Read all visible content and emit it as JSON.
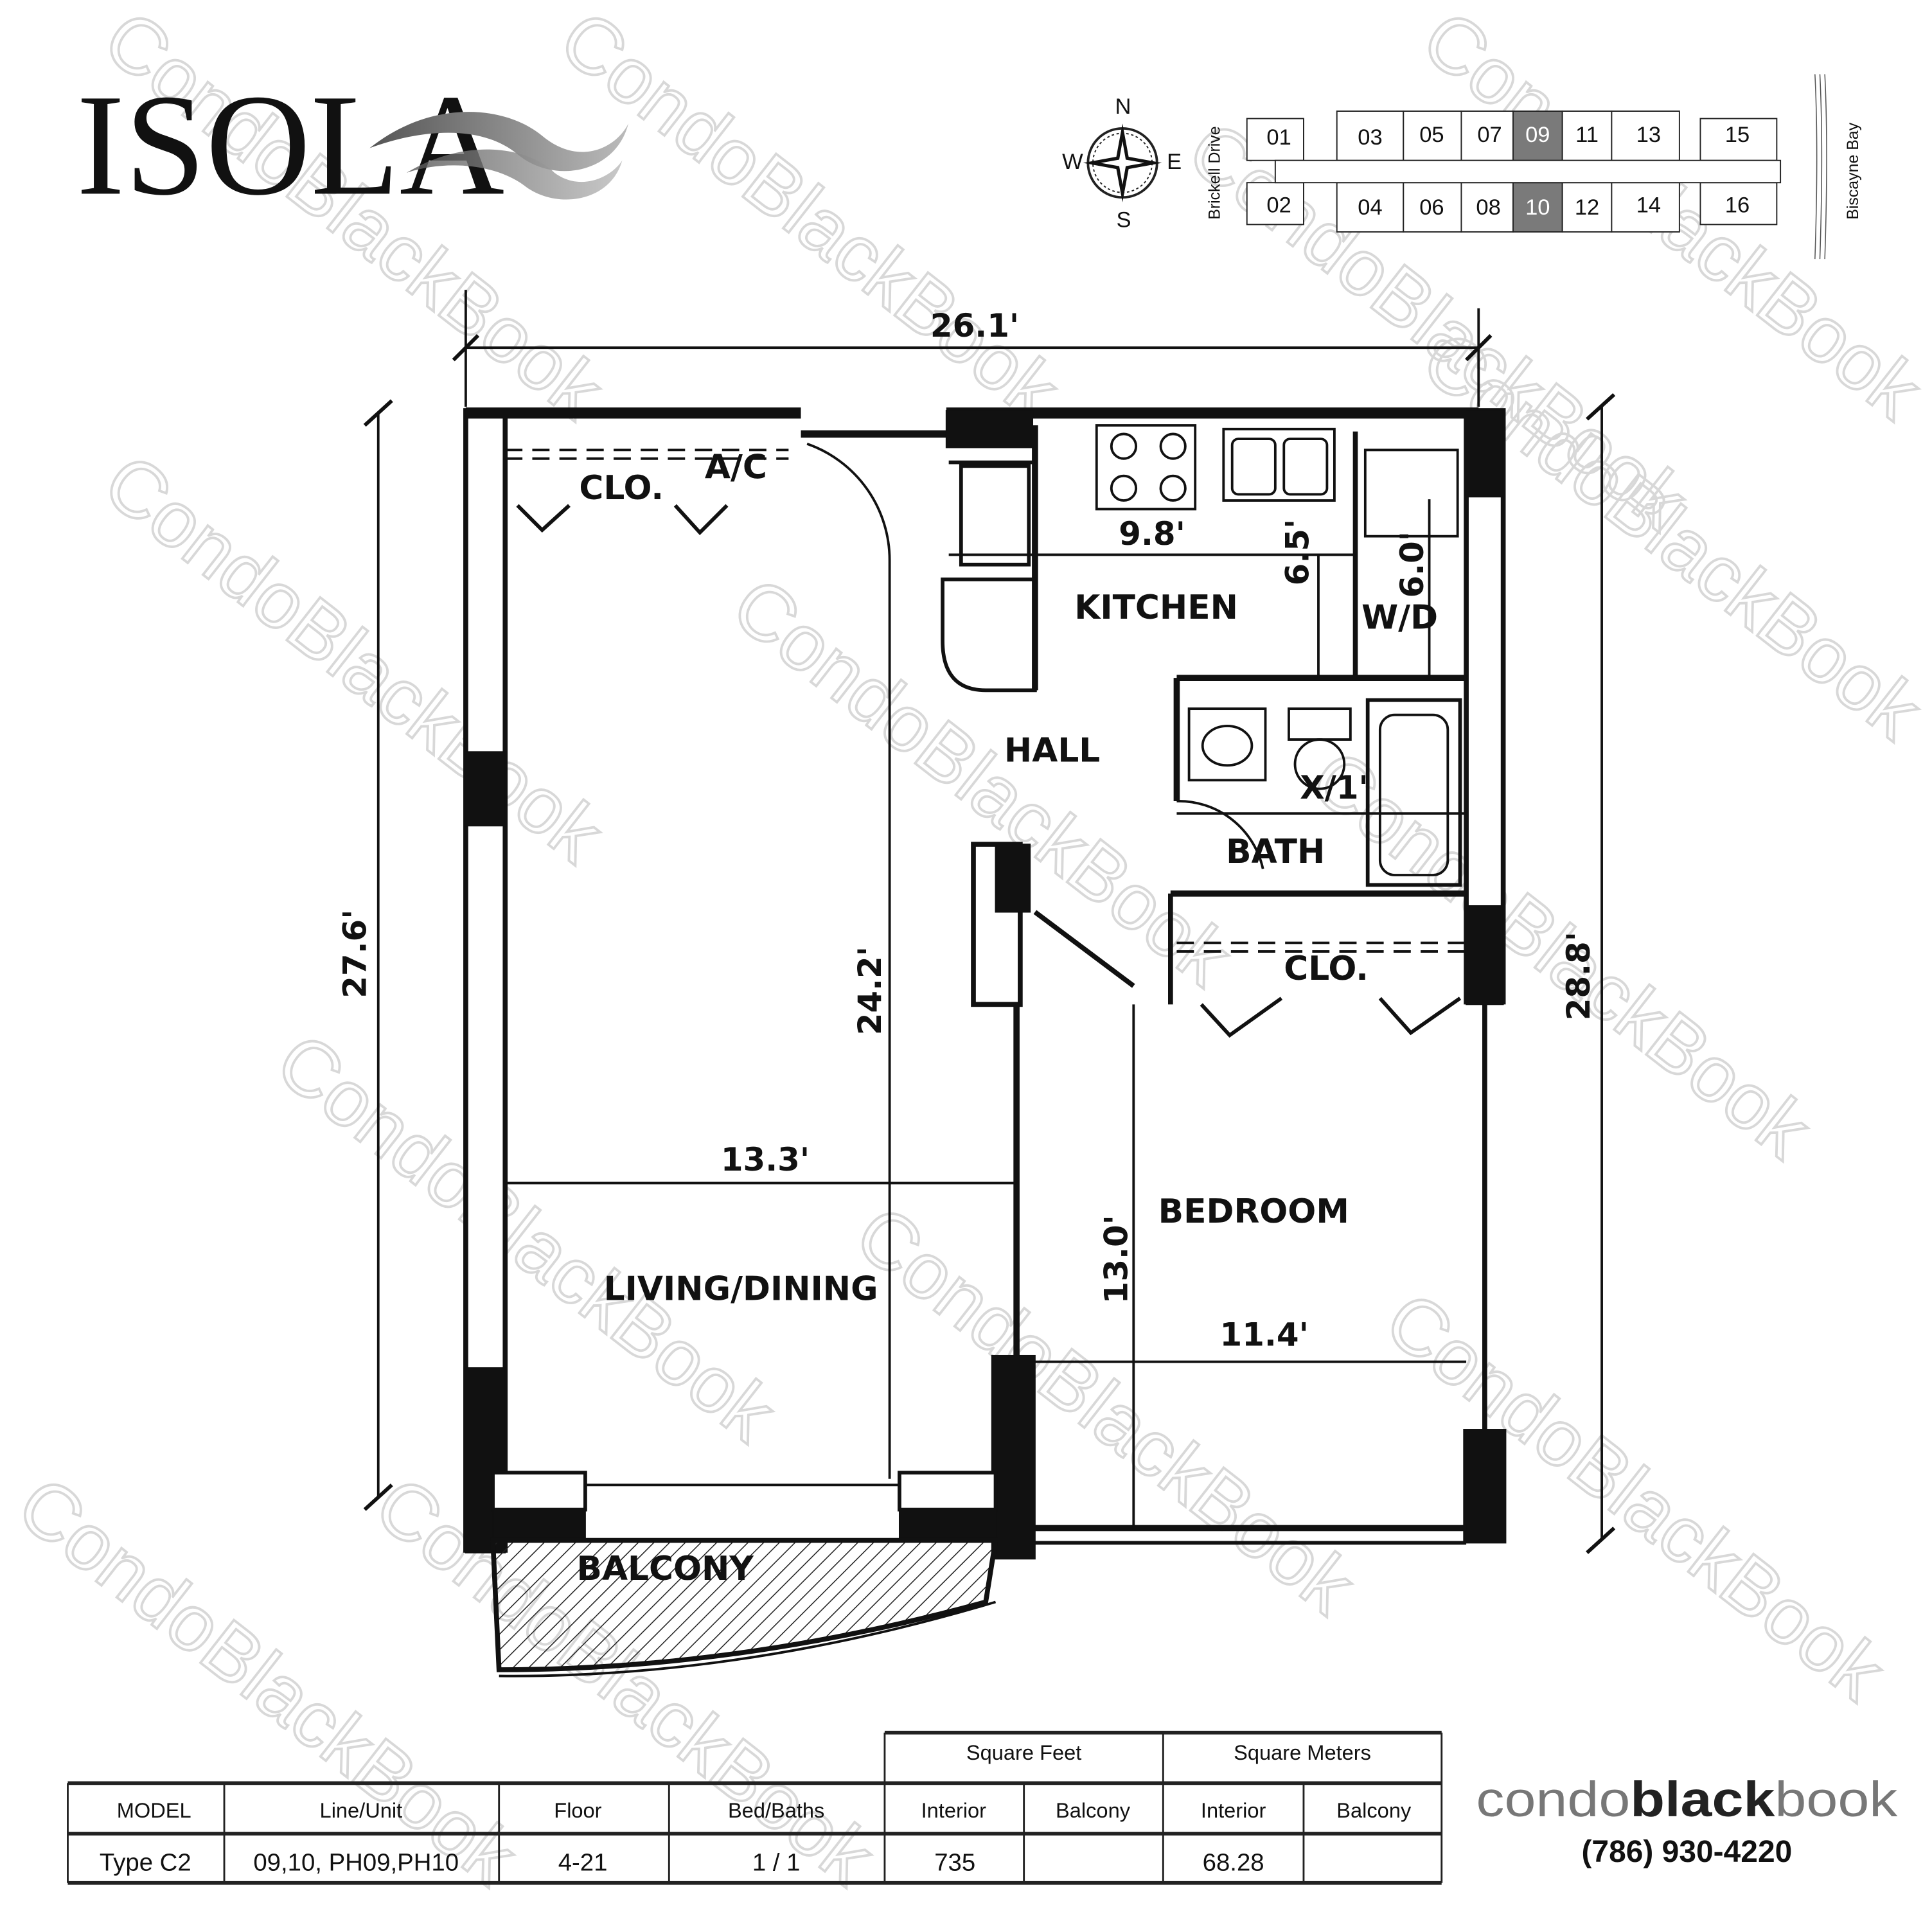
{
  "brand": {
    "logo_text": "ISOLA"
  },
  "keyplan": {
    "compass": {
      "n": "N",
      "s": "S",
      "e": "E",
      "w": "W"
    },
    "street_west": "Brickell Drive",
    "water_east": "Biscayne Bay",
    "north_units": [
      "01",
      "03",
      "05",
      "07",
      "09",
      "11",
      "13",
      "15"
    ],
    "south_units": [
      "02",
      "04",
      "06",
      "08",
      "10",
      "12",
      "14",
      "16"
    ],
    "highlighted_units": [
      "09",
      "10"
    ],
    "highlight_color": "#7a7a7a"
  },
  "plan": {
    "rooms": {
      "closet_top": "CLO.",
      "ac": "A/C",
      "kitchen": "KITCHEN",
      "wd": "W/D",
      "hall": "HALL",
      "bath": "BATH",
      "closet_bed": "CLO.",
      "bedroom": "BEDROOM",
      "living": "LIVING/DINING",
      "balcony": "BALCONY"
    },
    "dimensions": {
      "overall_width": "26.1'",
      "overall_left_depth": "27.6'",
      "overall_right_depth": "28.8'",
      "kitchen_width": "9.8'",
      "kitchen_depth": "6.5'",
      "wd_depth": "6.0'",
      "bath_mark": "X/1'",
      "living_depth": "24.2'",
      "living_width": "13.3'",
      "bedroom_depth": "13.0'",
      "bedroom_width": "11.4'"
    }
  },
  "table": {
    "group_headers": [
      "Square Feet",
      "Square Meters"
    ],
    "headers": [
      "MODEL",
      "Line/Unit",
      "Floor",
      "Bed/Baths",
      "Interior",
      "Balcony",
      "Interior",
      "Balcony"
    ],
    "row": [
      "Type C2",
      "09,10, PH09,PH10",
      "4-21",
      "1 / 1",
      "735",
      "",
      "68.28",
      ""
    ]
  },
  "footer_brand": {
    "condo": "condo",
    "black": "black",
    "book": "book",
    "phone": "(786) 930-4220"
  },
  "watermark": "CondoBlackBook"
}
